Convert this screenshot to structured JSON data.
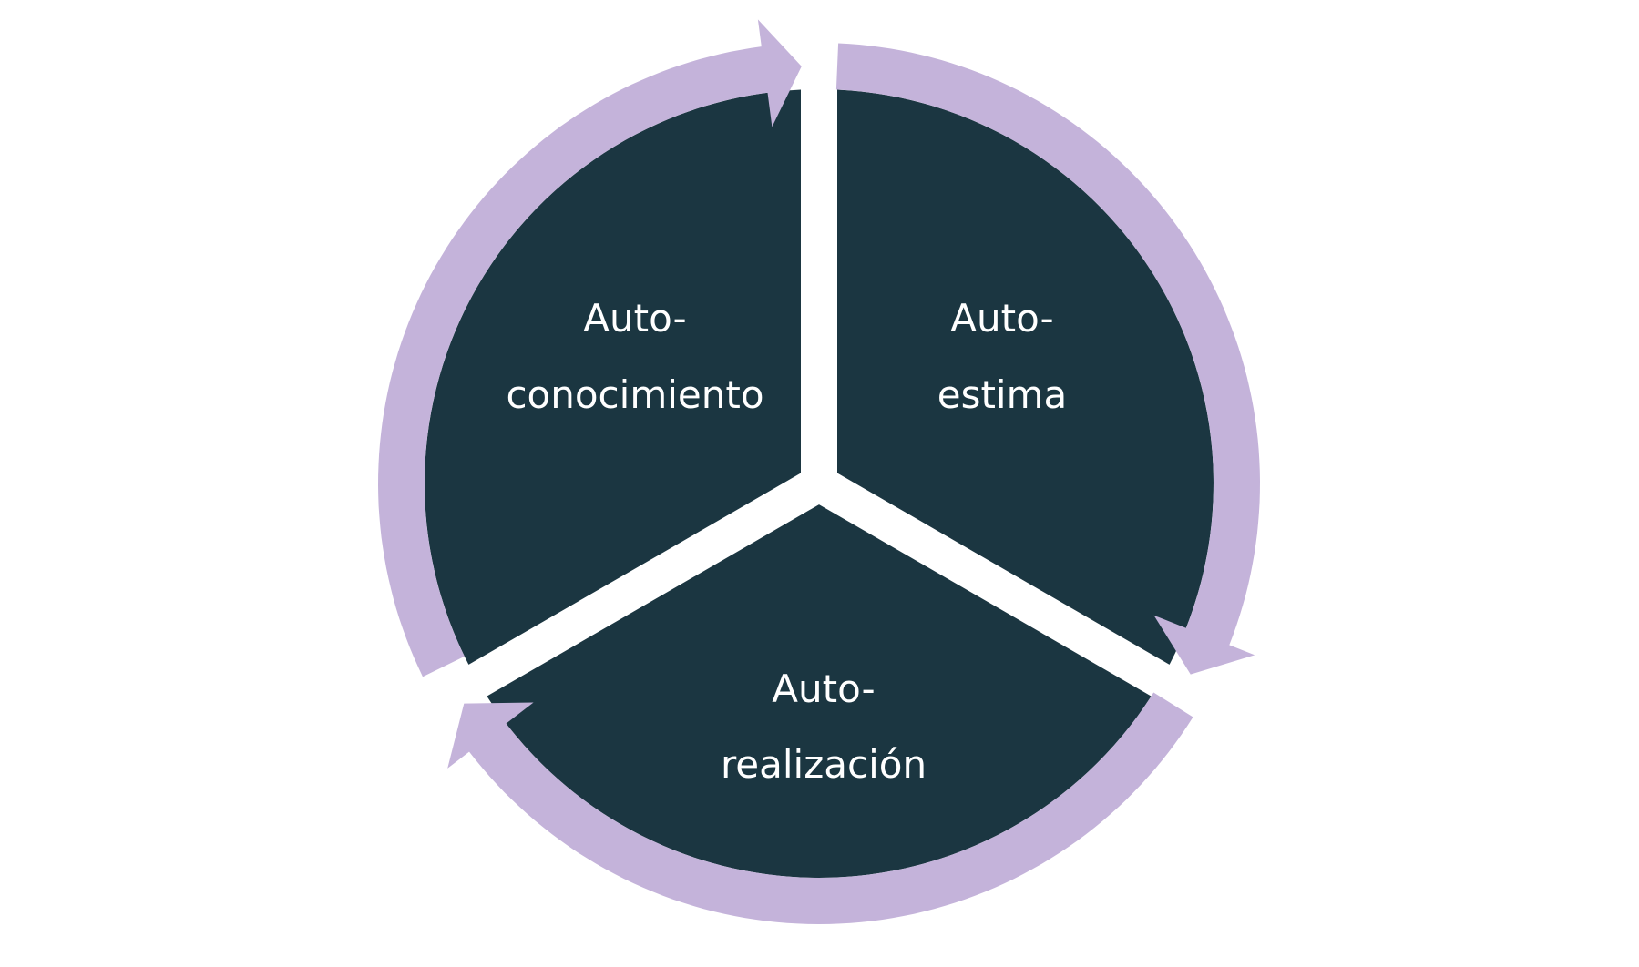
{
  "diagram": {
    "title": "",
    "type": "cycle",
    "colors": {
      "segment_fill": "#1B3641",
      "arrow_fill": "#C4B3DA",
      "text": "#FFFFFF",
      "background": "#FFFFFF"
    },
    "segments": [
      {
        "id": "auto-conocimiento",
        "line1": "Auto-",
        "line2": "conocimiento",
        "position": "top-left"
      },
      {
        "id": "auto-estima",
        "line1": "Auto-",
        "line2": "estima",
        "position": "top-right"
      },
      {
        "id": "auto-realizacion",
        "line1": "Auto-",
        "line2": "realización",
        "position": "bottom"
      }
    ],
    "flow": [
      "Auto-conocimiento",
      "Auto-estima",
      "Auto-realización"
    ],
    "direction": "clockwise"
  }
}
